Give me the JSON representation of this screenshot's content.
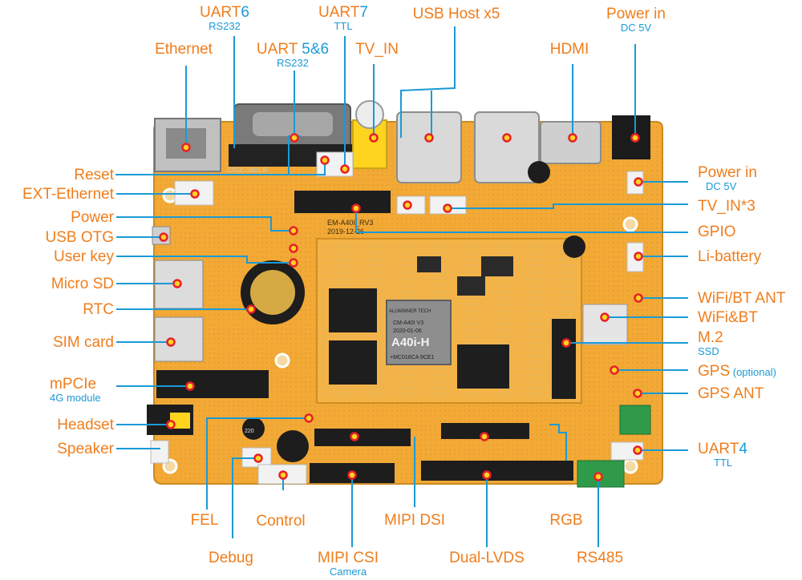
{
  "colors": {
    "label": "#f07d1c",
    "sublabel": "#1a9ad6",
    "leader": "#1a9ad6",
    "board": "#f2a935",
    "marker_fill": "#ffd41f",
    "marker_ring": "#e8202a"
  },
  "chips": {
    "soc_brand": "ALLWINNER TECH",
    "soc_name": "A40i-H",
    "soc_line1": "CM-A40I V3",
    "soc_line2": "2020-01-06",
    "soc_code": "+MC016CA 9CE1",
    "board_model": "EM-A40I_RV3",
    "board_date": "2019-12-26",
    "flash": "ZXGE-2401-R",
    "cap": "220"
  },
  "labels": {
    "uart6": {
      "main": "UART",
      "num": "6",
      "sub": "RS232"
    },
    "uart7": {
      "main": "UART",
      "num": "7",
      "sub": "TTL"
    },
    "usb_host": {
      "main": "USB Host x5"
    },
    "power_in_top": {
      "main": "Power in",
      "sub": "DC 5V"
    },
    "ethernet": {
      "main": "Ethernet"
    },
    "uart56": {
      "main": "UART ",
      "num": "5&6",
      "sub": "RS232"
    },
    "tv_in": {
      "main": "TV_IN"
    },
    "hdmi": {
      "main": "HDMI"
    },
    "reset": {
      "main": "Reset"
    },
    "ext_ethernet": {
      "main": "EXT-Ethernet"
    },
    "power": {
      "main": "Power"
    },
    "usb_otg": {
      "main": "USB OTG"
    },
    "user_key": {
      "main": "User key"
    },
    "micro_sd": {
      "main": "Micro SD"
    },
    "rtc": {
      "main": "RTC"
    },
    "sim_card": {
      "main": "SIM card"
    },
    "mpcie": {
      "main": "mPCIe",
      "sub": "4G module"
    },
    "headset": {
      "main": "Headset"
    },
    "speaker": {
      "main": "Speaker"
    },
    "power_in_right": {
      "main": "Power in",
      "sub": "DC 5V"
    },
    "tv_in3": {
      "main": "TV_IN*3"
    },
    "gpio": {
      "main": "GPIO"
    },
    "li_battery": {
      "main": "Li-battery"
    },
    "wifi_bt_ant": {
      "main": "WiFi/BT ANT"
    },
    "wifi_bt": {
      "main": "WiFi&BT"
    },
    "m2": {
      "main": "M.2",
      "sub": "SSD"
    },
    "gps": {
      "main": "GPS",
      "opt": " (optional)"
    },
    "gps_ant": {
      "main": "GPS ANT"
    },
    "uart4": {
      "main": "UART",
      "num": "4",
      "sub": "TTL"
    },
    "fel": {
      "main": "FEL"
    },
    "control": {
      "main": "Control"
    },
    "mipi_dsi": {
      "main": "MIPI DSI"
    },
    "rgb": {
      "main": "RGB"
    },
    "debug": {
      "main": "Debug"
    },
    "mipi_csi": {
      "main": "MIPI CSI",
      "sub": "Camera"
    },
    "dual_lvds": {
      "main": "Dual-LVDS"
    },
    "rs485": {
      "main": "RS485"
    }
  }
}
